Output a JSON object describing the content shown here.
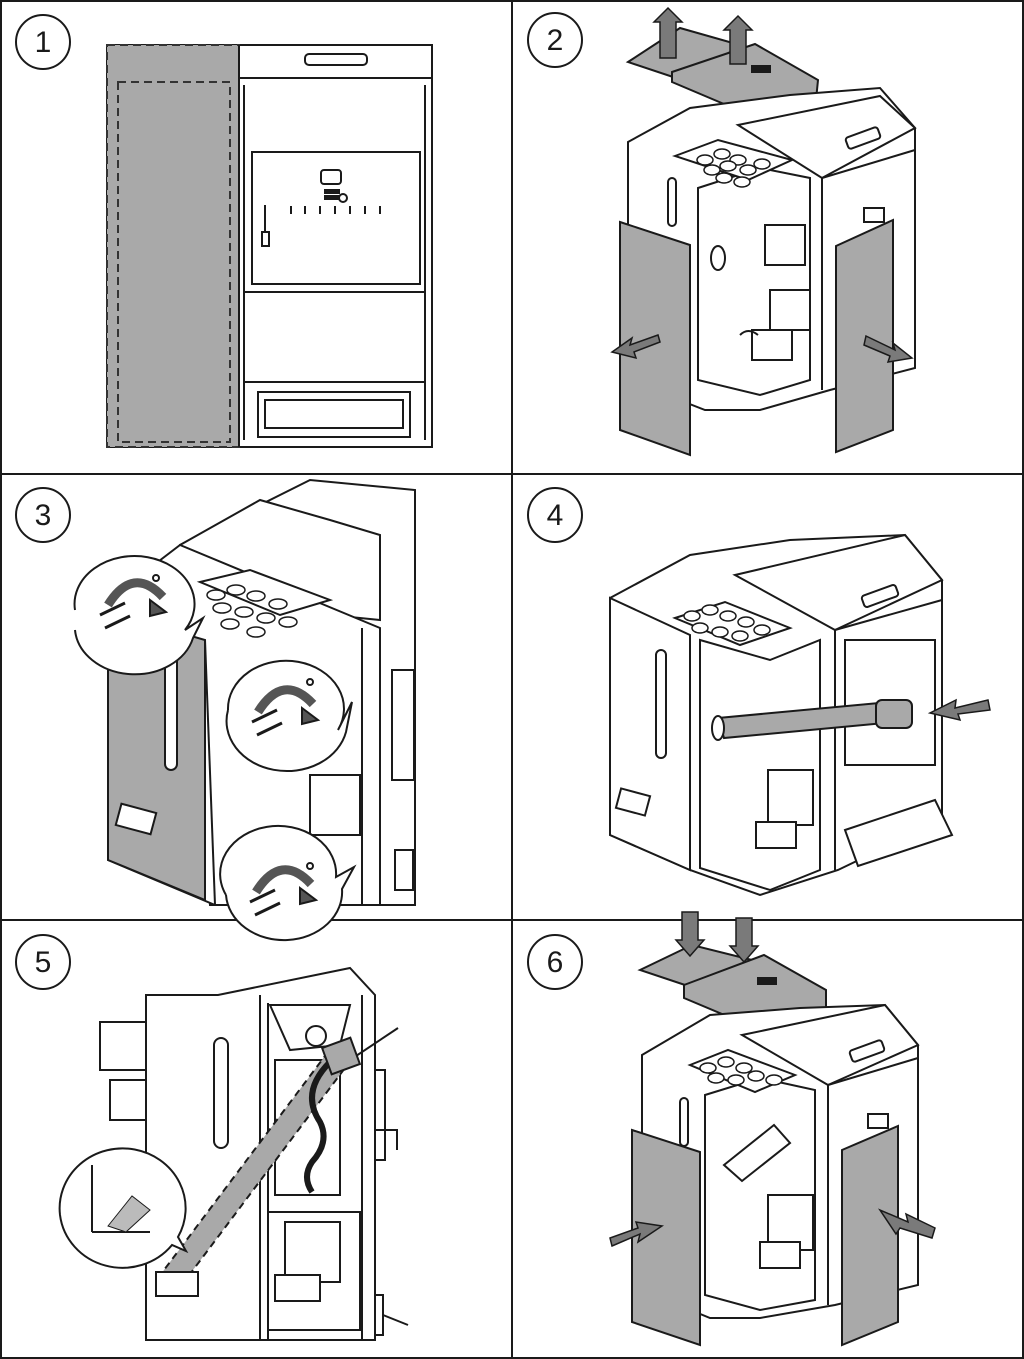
{
  "panels": [
    {
      "step": "1"
    },
    {
      "step": "2"
    },
    {
      "step": "3"
    },
    {
      "step": "4"
    },
    {
      "step": "5"
    },
    {
      "step": "6"
    }
  ],
  "colors": {
    "line": "#1a1a1a",
    "panel_fill": "#a9a9a9",
    "arrow_fill": "#7a7a7a",
    "background": "#ffffff"
  }
}
